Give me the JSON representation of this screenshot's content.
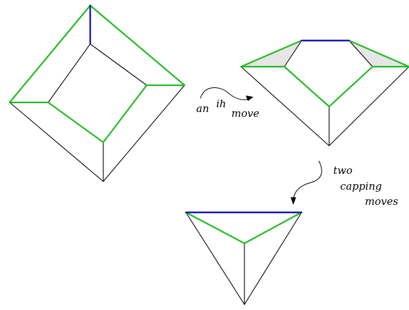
{
  "labels": {
    "move1_an": "an",
    "move1_ih": "ih",
    "move1_move": "move",
    "move2_two": "two",
    "move2_capping": "capping",
    "move2_moves": "moves"
  },
  "colors": {
    "green": "#22bb22",
    "blue": "#1a1aa8",
    "black": "#000000",
    "shade": "#e6e6e6"
  }
}
